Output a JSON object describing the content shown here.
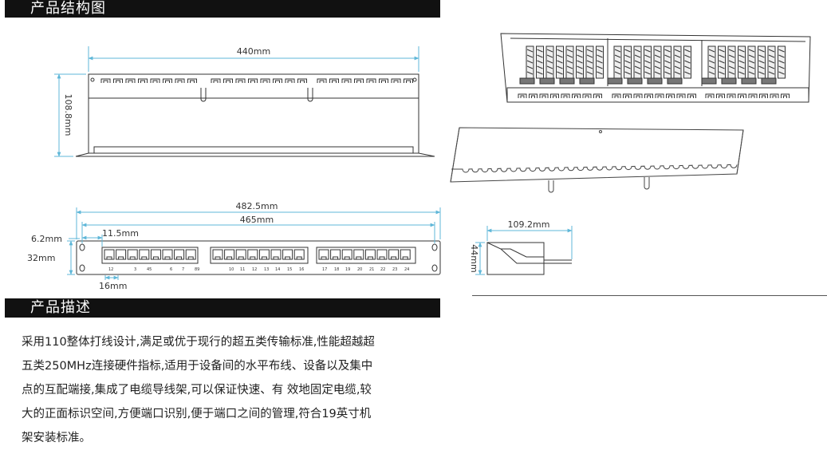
{
  "headers": {
    "structure": "产品结构图",
    "description": "产品描述"
  },
  "dimensions": {
    "top_width": "440mm",
    "top_height": "108.8mm",
    "total_width": "482.5mm",
    "mount_width": "465mm",
    "port_offset": "11.5mm",
    "ear_offset": "6.2mm",
    "front_height": "32mm",
    "port_pitch": "16mm",
    "side_depth": "109.2mm",
    "side_height": "44mm"
  },
  "port_labels": {
    "group1": [
      "12",
      "3",
      "45",
      "6",
      "7",
      "89"
    ],
    "group2": [
      "10",
      "11",
      "12",
      "13",
      "14",
      "15",
      "16"
    ],
    "group3": [
      "17",
      "18",
      "19",
      "20",
      "21",
      "22",
      "23",
      "24"
    ]
  },
  "description_lines": [
    "采用110整体打线设计,满足或优于现行的超五类传输标准,性能超越超",
    "五类250MHz连接硬件指标,适用于设备间的水平布线、设备以及集中",
    "点的互配端接,集成了电缆导线架,可以保证快速、有 效地固定电缆,较",
    "大的正面标识空间,方便端口识别,便于端口之间的管理,符合19英寸机",
    "架安装标准。"
  ],
  "colors": {
    "header_bg": "#111111",
    "dimension_line": "#5fb7d8",
    "drawing_line": "#333333"
  }
}
